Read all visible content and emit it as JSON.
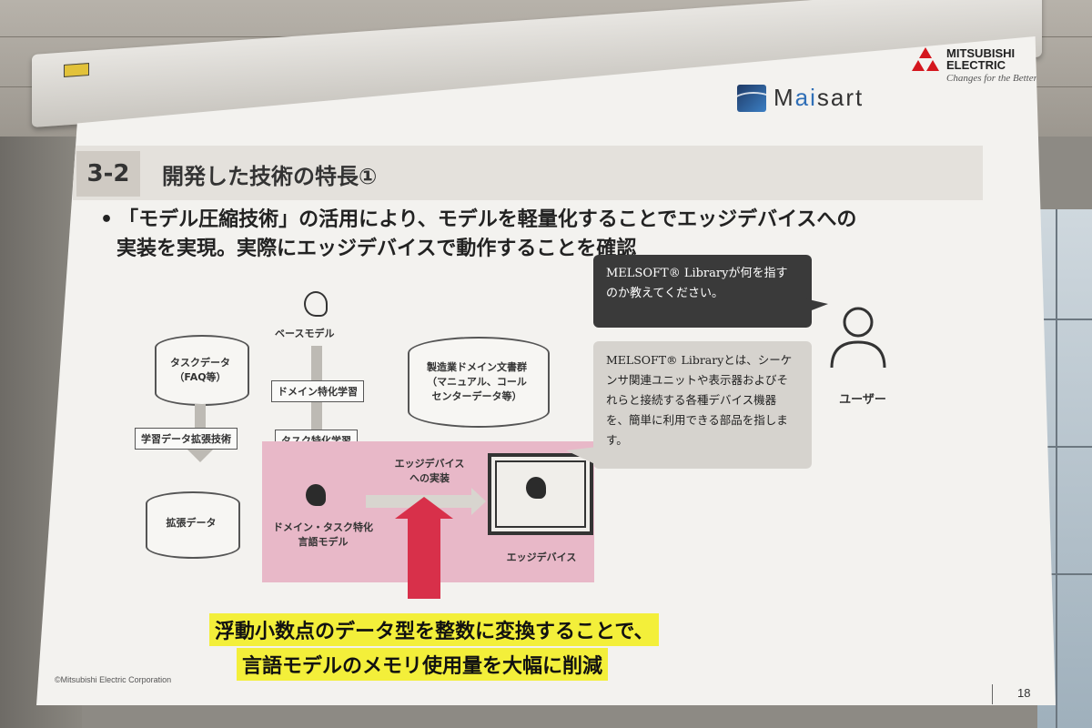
{
  "logos": {
    "maisart_pre": "M",
    "maisart_ai": "ai",
    "maisart_post": "sart",
    "company_line1": "MITSUBISHI",
    "company_line2": "ELECTRIC",
    "tagline": "Changes for the Better"
  },
  "slide": {
    "section_number": "3-2",
    "section_title": "開発した技術の特長①",
    "bullet_line1": "「モデル圧縮技術」の活用により、モデルを軽量化することでエッジデバイスへの",
    "bullet_line2": "実装を実現。実際にエッジデバイスで動作することを確認"
  },
  "diagram": {
    "task_data": "タスクデータ\n（FAQ等）",
    "augmentation": "学習データ拡張技術",
    "augmented_data": "拡張データ",
    "base_model": "ベースモデル",
    "domain_training": "ドメイン特化学習",
    "task_training": "タスク特化学習",
    "domain_docs": "製造業ドメイン文書群\n（マニュアル、コール\nセンターデータ等）",
    "specialized_model": "ドメイン・タスク特化\n言語モデル",
    "edge_impl": "エッジデバイス\nへの実装",
    "edge_device": "エッジデバイス"
  },
  "chat": {
    "question": "MELSOFT® Libraryが何を指すのか教えてください。",
    "answer": "MELSOFT® Libraryとは、シーケンサ関連ユニットや表示器およびそれらと接続する各種デバイス機器を、簡単に利用できる部品を指します。",
    "user_label": "ユーザー"
  },
  "caption": {
    "line1": "浮動小数点のデータ型を整数に変換することで、",
    "line2": "言語モデルのメモリ使用量を大幅に削減"
  },
  "footer": {
    "copyright": "©Mitsubishi Electric Corporation",
    "page_number": "18"
  },
  "colors": {
    "pink_area": "#e8b8c8",
    "arrow_red": "#d8304a",
    "highlight_yellow": "#f3ef3a",
    "brand_red": "#d4161d"
  }
}
